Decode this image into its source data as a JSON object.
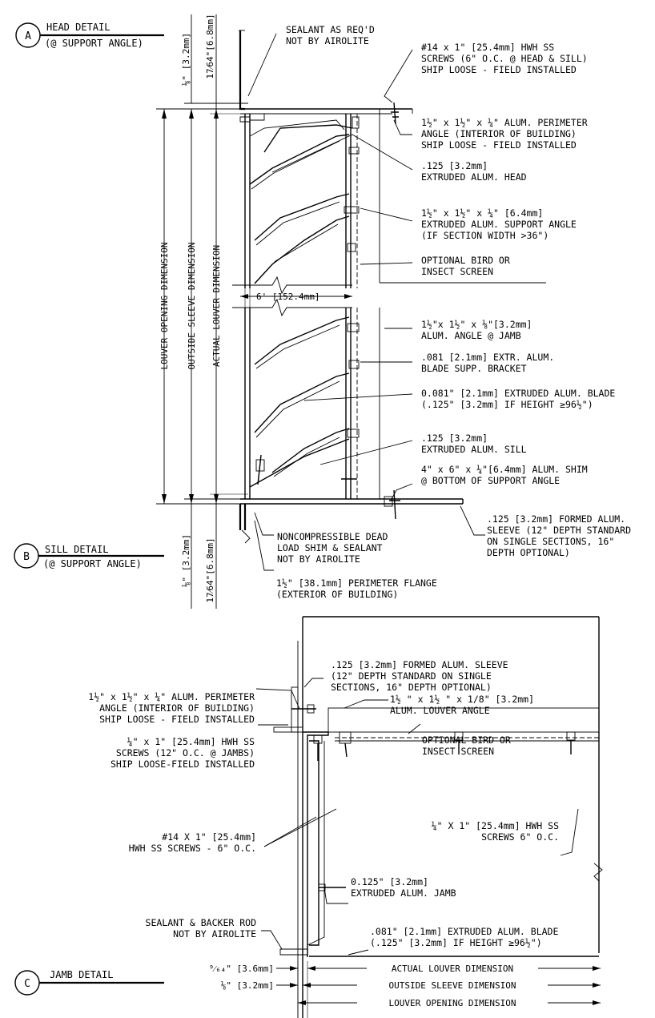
{
  "details": {
    "head": {
      "tag": "A",
      "title": "HEAD DETAIL",
      "subtitle": "(@ SUPPORT ANGLE)"
    },
    "sill": {
      "tag": "B",
      "title": "SILL DETAIL",
      "subtitle": "(@ SUPPORT ANGLE)"
    },
    "jamb": {
      "tag": "C",
      "title": "JAMB DETAIL"
    }
  },
  "section": {
    "vertical_dims": {
      "opening": "LOUVER OPENING DIMENSION",
      "sleeve": "OUTSIDE SLEEVE DIMENSION",
      "actual": "ACTUAL LOUVER DIMENSION"
    },
    "small_dims": {
      "top_eighth": "⅛\" [3.2mm]",
      "top_17_64": "17⁄64\"[6.8mm]",
      "bot_eighth": "⅛\" [3.2mm]",
      "bot_17_64": "17⁄64\"[6.8mm]"
    },
    "width_dim": "6' [152.4mm]",
    "callouts": {
      "sealant_top": [
        "SEALANT AS REQ'D",
        "NOT BY AIROLITE"
      ],
      "screws_top": [
        "#14 x 1\" [25.4mm] HWH SS",
        "SCREWS (6\" O.C. @ HEAD & SILL)",
        "SHIP LOOSE - FIELD INSTALLED"
      ],
      "perimeter_angle": [
        "1½\" x 1½\" x ¼\" ALUM. PERIMETER",
        "ANGLE (INTERIOR OF BUILDING)",
        "SHIP LOOSE - FIELD INSTALLED"
      ],
      "head": [
        ".125 [3.2mm]",
        "EXTRUDED ALUM. HEAD"
      ],
      "support_angle": [
        "1½\" x 1½\" x ¼\" [6.4mm]",
        "EXTRUDED ALUM. SUPPORT ANGLE",
        "(IF SECTION WIDTH >36\")"
      ],
      "bird_screen": [
        "OPTIONAL BIRD OR",
        "INSECT SCREEN"
      ],
      "jamb_angle": [
        "1½\"x 1½\" x ⅛\"[3.2mm]",
        "ALUM. ANGLE @ JAMB"
      ],
      "blade_bracket": [
        ".081 [2.1mm] EXTR. ALUM.",
        "BLADE SUPP. BRACKET"
      ],
      "blade": [
        "0.081\" [2.1mm] EXTRUDED ALUM. BLADE",
        "(.125\" [3.2mm] IF HEIGHT ≥96½\")"
      ],
      "sill": [
        ".125 [3.2mm]",
        "EXTRUDED ALUM. SILL"
      ],
      "shim": [
        "4\" x 6\" x ¼\"[6.4mm] ALUM. SHIM",
        "@ BOTTOM OF SUPPORT ANGLE"
      ],
      "sleeve": [
        ".125 [3.2mm] FORMED ALUM.",
        "SLEEVE (12\" DEPTH STANDARD",
        "ON SINGLE SECTIONS, 16\"",
        "DEPTH OPTIONAL)"
      ],
      "dead_load": [
        "NONCOMPRESSIBLE DEAD",
        "LOAD SHIM & SEALANT",
        "NOT BY AIROLITE"
      ],
      "flange": [
        "1½\" [38.1mm] PERIMETER FLANGE",
        "(EXTERIOR OF BUILDING)"
      ]
    }
  },
  "jamb_section": {
    "callouts": {
      "sleeve": [
        ".125 [3.2mm] FORMED ALUM. SLEEVE",
        "(12\" DEPTH STANDARD ON SINGLE",
        "SECTIONS, 16\" DEPTH OPTIONAL)"
      ],
      "perimeter_angle": [
        "1½\" x 1½\" x ¼\" ALUM. PERIMETER",
        "ANGLE (INTERIOR OF BUILDING)",
        "SHIP LOOSE - FIELD INSTALLED"
      ],
      "screws_jamb": [
        "¼\" x 1\" [25.4mm] HWH SS",
        "SCREWS (12\" O.C. @ JAMBS)",
        "SHIP LOOSE-FIELD INSTALLED"
      ],
      "louver_angle": [
        "1½ \" x 1½ \" x 1/8\" [3.2mm]",
        "ALUM. LOUVER ANGLE"
      ],
      "bird_screen": [
        "OPTIONAL BIRD OR",
        "INSECT SCREEN"
      ],
      "screws_14": [
        "#14 X 1\" [25.4mm]",
        "HWH SS SCREWS - 6\" O.C."
      ],
      "screws_quarter": [
        "¼\" X 1\" [25.4mm] HWH SS",
        "SCREWS 6\" O.C."
      ],
      "jamb": [
        "0.125\" [3.2mm]",
        "EXTRUDED ALUM. JAMB"
      ],
      "sealant": [
        "SEALANT & BACKER ROD",
        "NOT BY AIROLITE"
      ],
      "blade": [
        ".081\" [2.1mm] EXTRUDED ALUM. BLADE",
        "(.125\" [3.2mm] IF HEIGHT ≥96½\")"
      ]
    },
    "bottom_dims": {
      "d1": "⁹⁄₆₄\" [3.6mm]",
      "d2": "⅛\" [3.2mm]",
      "actual": "ACTUAL LOUVER DIMENSION",
      "sleeve": "OUTSIDE SLEEVE DIMENSION",
      "opening": "LOUVER OPENING DIMENSION"
    }
  }
}
